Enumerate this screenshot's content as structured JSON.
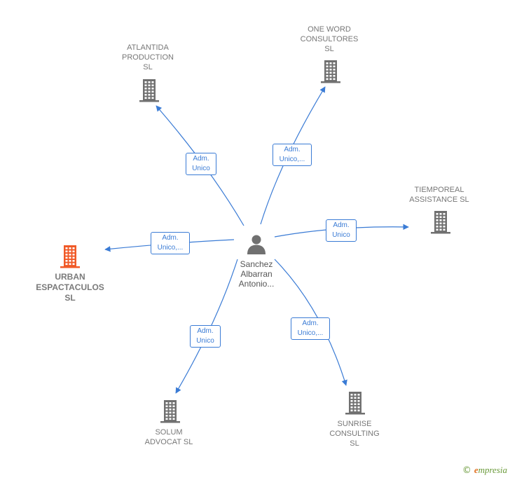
{
  "colors": {
    "edge": "#3a7bd5",
    "building": "#707070",
    "building_main": "#f05a28",
    "person": "#707070"
  },
  "person": {
    "icon": "person-icon",
    "lines": [
      "Sanchez",
      "Albarran",
      "Antonio..."
    ]
  },
  "companies": [
    {
      "id": "atlantida",
      "icon": "building-icon",
      "lines": [
        "ATLANTIDA",
        "PRODUCTION",
        "SL"
      ],
      "main": false
    },
    {
      "id": "oneword",
      "icon": "building-icon",
      "lines": [
        "ONE WORD",
        "CONSULTORES",
        "SL"
      ],
      "main": false
    },
    {
      "id": "tiempo",
      "icon": "building-icon",
      "lines": [
        "TIEMPOREAL",
        "ASSISTANCE SL"
      ],
      "main": false
    },
    {
      "id": "urban",
      "icon": "building-icon",
      "lines": [
        "URBAN",
        "ESPACTACULOS",
        "SL"
      ],
      "main": true
    },
    {
      "id": "solum",
      "icon": "building-icon",
      "lines": [
        "SOLUM",
        "ADVOCAT  SL"
      ],
      "main": false
    },
    {
      "id": "sunrise",
      "icon": "building-icon",
      "lines": [
        "SUNRISE",
        "CONSULTING",
        "SL"
      ],
      "main": false
    }
  ],
  "relations": [
    {
      "to": "atlantida",
      "lines": [
        "Adm.",
        "Unico"
      ]
    },
    {
      "to": "oneword",
      "lines": [
        "Adm.",
        "Unico,..."
      ]
    },
    {
      "to": "tiempo",
      "lines": [
        "Adm.",
        "Unico"
      ]
    },
    {
      "to": "urban",
      "lines": [
        "Adm.",
        "Unico,..."
      ]
    },
    {
      "to": "solum",
      "lines": [
        "Adm.",
        "Unico"
      ]
    },
    {
      "to": "sunrise",
      "lines": [
        "Adm.",
        "Unico,..."
      ]
    }
  ],
  "footer": {
    "copyright": "©",
    "brand_initial": "e",
    "brand_rest": "mpresia"
  }
}
